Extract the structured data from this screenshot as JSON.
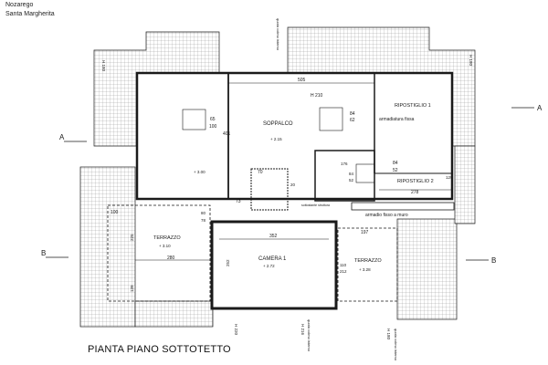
{
  "header": {
    "line1": "Nozarego",
    "line2": "Santa Margherita"
  },
  "title": "PIANTA PIANO SOTTOTETTO",
  "rooms": {
    "soppalco": {
      "label": "SOPPALCO",
      "level": "+ 2.15"
    },
    "ripostiglio1": {
      "label": "RIPOSTIGLIO 1",
      "note": "armadiatura fissa"
    },
    "ripostiglio2": {
      "label": "RIPOSTIGLIO 2"
    },
    "camera1": {
      "label": "CAMERA 1",
      "level": "+ 2.72"
    },
    "terrazzo_left": {
      "label": "TERRAZZO",
      "level": "+ 3.10"
    },
    "terrazzo_right": {
      "label": "TERRAZZO",
      "level": "+ 3.28"
    },
    "left_room": {
      "level": "+ 3.00"
    },
    "armadio": "armadio fisso a muro"
  },
  "heights": {
    "h210": "H 210",
    "h180_a": "H 180",
    "h180_b": "H 180",
    "h180_c": "H 180",
    "h220": "H 220",
    "h216": "H 216"
  },
  "dims": {
    "d505": "505",
    "d401": "401",
    "d65": "65",
    "d100": "100",
    "d84a": "84",
    "d62": "62",
    "d176": "176",
    "d84b": "84",
    "d52": "52",
    "d70": "70",
    "d73": "73",
    "d278": "278",
    "d352": "352",
    "d197": "197",
    "d280": "280",
    "d225": "225",
    "d139": "139",
    "d252": "252",
    "d110": "110",
    "d212": "212",
    "d100b": "100",
    "d129": "129",
    "d84c": "84",
    "d52b": "52",
    "d80": "80",
    "d20": "20",
    "d78": "78"
  },
  "sections": {
    "a": "A",
    "b": "B"
  },
  "annotations": {
    "quota1": "quota colmo interno",
    "quota2": "quota colmo interno",
    "quota3": "quota colmo interno",
    "strut": "sottostante struttura"
  },
  "colors": {
    "line": "#1a1a1a",
    "hatch": "#9a9a9a"
  }
}
